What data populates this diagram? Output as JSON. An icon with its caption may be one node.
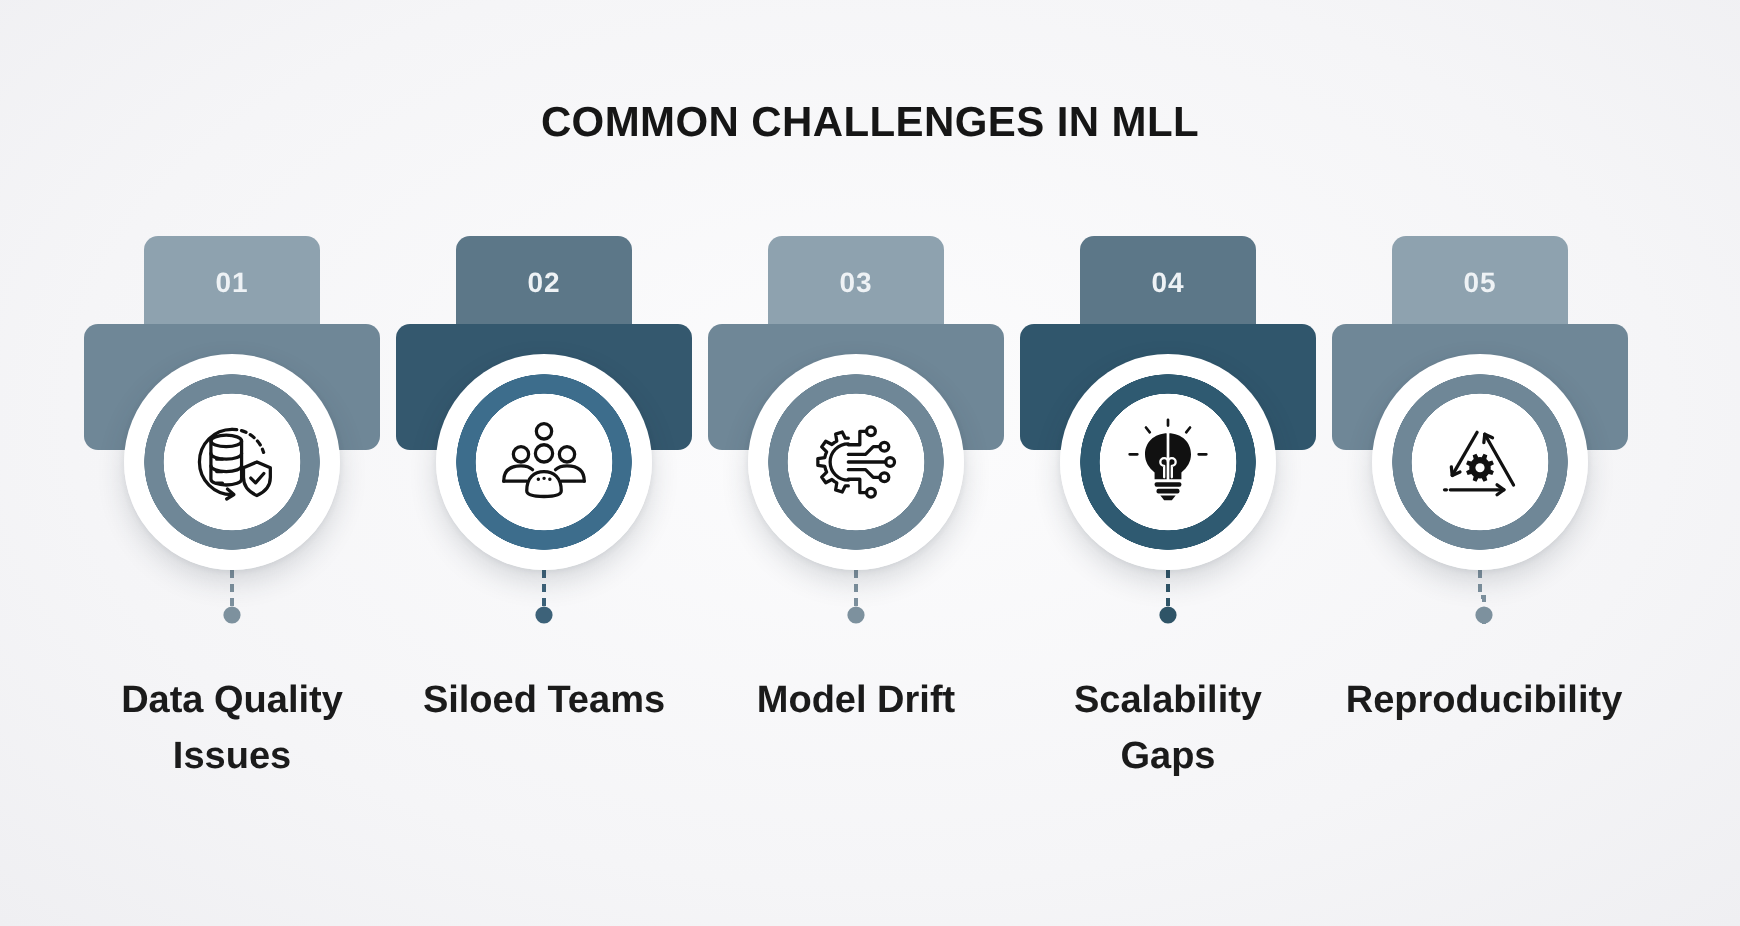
{
  "diagram": {
    "title": "COMMON CHALLENGES IN MLL",
    "nodes": [
      {
        "text": [
          "01"
        ]
      },
      {
        "text": [],
        "shape": "circle"
      },
      {
        "text": [
          "Data Quality Issues"
        ]
      },
      {
        "text": [
          "02"
        ]
      },
      {
        "text": [],
        "shape": "circle"
      },
      {
        "text": [
          "Siloed Teams"
        ]
      },
      {
        "text": [
          "03"
        ]
      },
      {
        "text": [],
        "shape": "circle"
      },
      {
        "text": [
          "Model Drift"
        ]
      },
      {
        "text": [
          "04"
        ]
      },
      {
        "text": [],
        "shape": "circle"
      },
      {
        "text": [
          "Scalability Gaps"
        ]
      },
      {
        "text": [
          "05"
        ]
      },
      {
        "text": [],
        "shape": "circle"
      },
      {
        "text": [
          "Reproducibility"
        ]
      }
    ],
    "edges": [
      {
        "from": 1,
        "to": 2,
        "arrow": "other",
        "style": "dashed"
      },
      {
        "from": 4,
        "to": 5,
        "arrow": "other",
        "style": "dashed",
        "color": "#3d6279"
      },
      {
        "from": 7,
        "to": 8,
        "arrow": "other",
        "style": "dashed"
      },
      {
        "from": 10,
        "to": 11,
        "arrow": "other",
        "style": "dashed",
        "color": "#2f5467"
      },
      {
        "from": 13,
        "to": 14,
        "arrow": "other",
        "style": "dashed"
      }
    ]
  }
}
